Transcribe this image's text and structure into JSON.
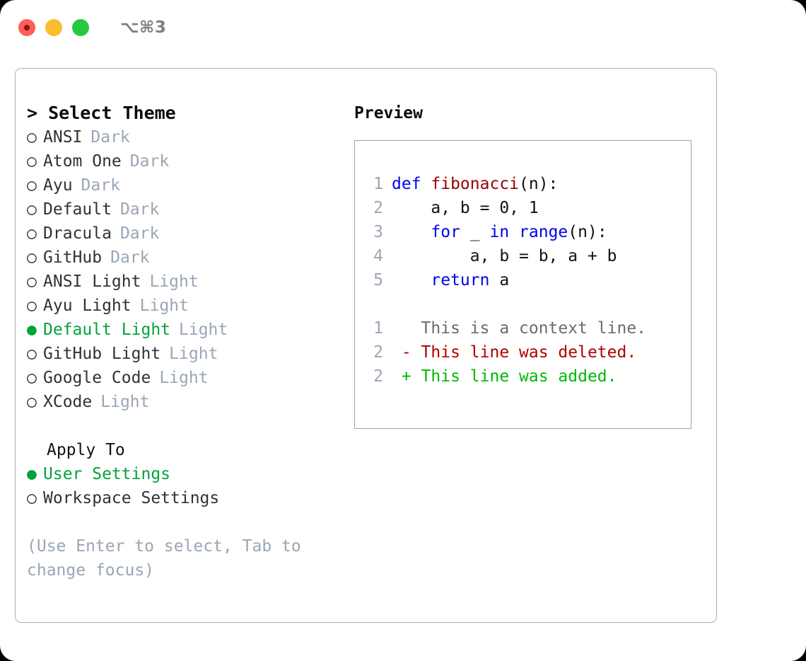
{
  "window": {
    "shortcut": "⌥⌘3",
    "traffic_lights": [
      "close",
      "minimize",
      "zoom"
    ],
    "colors": {
      "close": "#fb5f57",
      "minimize": "#fcbc2e",
      "zoom": "#27c93f",
      "accent_green": "#00a33b",
      "muted": "#9aa6b5",
      "border": "#a6afbd"
    }
  },
  "theme_picker": {
    "heading": "> Select Theme",
    "bullet_off": "○",
    "bullet_on": "●",
    "items": [
      {
        "label": "ANSI",
        "tag": "Dark",
        "selected": false
      },
      {
        "label": "Atom One",
        "tag": "Dark",
        "selected": false
      },
      {
        "label": "Ayu",
        "tag": "Dark",
        "selected": false
      },
      {
        "label": "Default",
        "tag": "Dark",
        "selected": false
      },
      {
        "label": "Dracula",
        "tag": "Dark",
        "selected": false
      },
      {
        "label": "GitHub",
        "tag": "Dark",
        "selected": false
      },
      {
        "label": "ANSI Light",
        "tag": "Light",
        "selected": false
      },
      {
        "label": "Ayu Light",
        "tag": "Light",
        "selected": false
      },
      {
        "label": "Default Light",
        "tag": "Light",
        "selected": true
      },
      {
        "label": "GitHub Light",
        "tag": "Light",
        "selected": false
      },
      {
        "label": "Google Code",
        "tag": "Light",
        "selected": false
      },
      {
        "label": "XCode",
        "tag": "Light",
        "selected": false
      }
    ]
  },
  "apply_to": {
    "heading": "Apply To",
    "items": [
      {
        "label": "User Settings",
        "selected": true
      },
      {
        "label": "Workspace Settings",
        "selected": false
      }
    ]
  },
  "hint": "(Use Enter to select, Tab to change focus)",
  "preview": {
    "title": "Preview",
    "code_lines": [
      {
        "lineno": "1",
        "tokens": [
          {
            "text": "def ",
            "style": "kw"
          },
          {
            "text": "fibonacci",
            "style": "fn"
          },
          {
            "text": "(n):",
            "style": "plain"
          }
        ]
      },
      {
        "lineno": "2",
        "tokens": [
          {
            "text": "    a, b = 0, 1",
            "style": "plain"
          }
        ]
      },
      {
        "lineno": "3",
        "tokens": [
          {
            "text": "    ",
            "style": "plain"
          },
          {
            "text": "for",
            "style": "kw"
          },
          {
            "text": " _ ",
            "style": "plain"
          },
          {
            "text": "in",
            "style": "kw"
          },
          {
            "text": " ",
            "style": "plain"
          },
          {
            "text": "range",
            "style": "kw"
          },
          {
            "text": "(n):",
            "style": "plain"
          }
        ]
      },
      {
        "lineno": "4",
        "tokens": [
          {
            "text": "        a, b = b, a + b",
            "style": "plain"
          }
        ]
      },
      {
        "lineno": "5",
        "tokens": [
          {
            "text": "    ",
            "style": "plain"
          },
          {
            "text": "return",
            "style": "kw"
          },
          {
            "text": " a",
            "style": "plain"
          }
        ]
      }
    ],
    "diff_lines": [
      {
        "lineno": "1",
        "marker": "  ",
        "text": "This is a context line.",
        "style": "ctx"
      },
      {
        "lineno": "2",
        "marker": "- ",
        "text": "This line was deleted.",
        "style": "del"
      },
      {
        "lineno": "2",
        "marker": "+ ",
        "text": "This line was added.",
        "style": "add"
      }
    ]
  }
}
